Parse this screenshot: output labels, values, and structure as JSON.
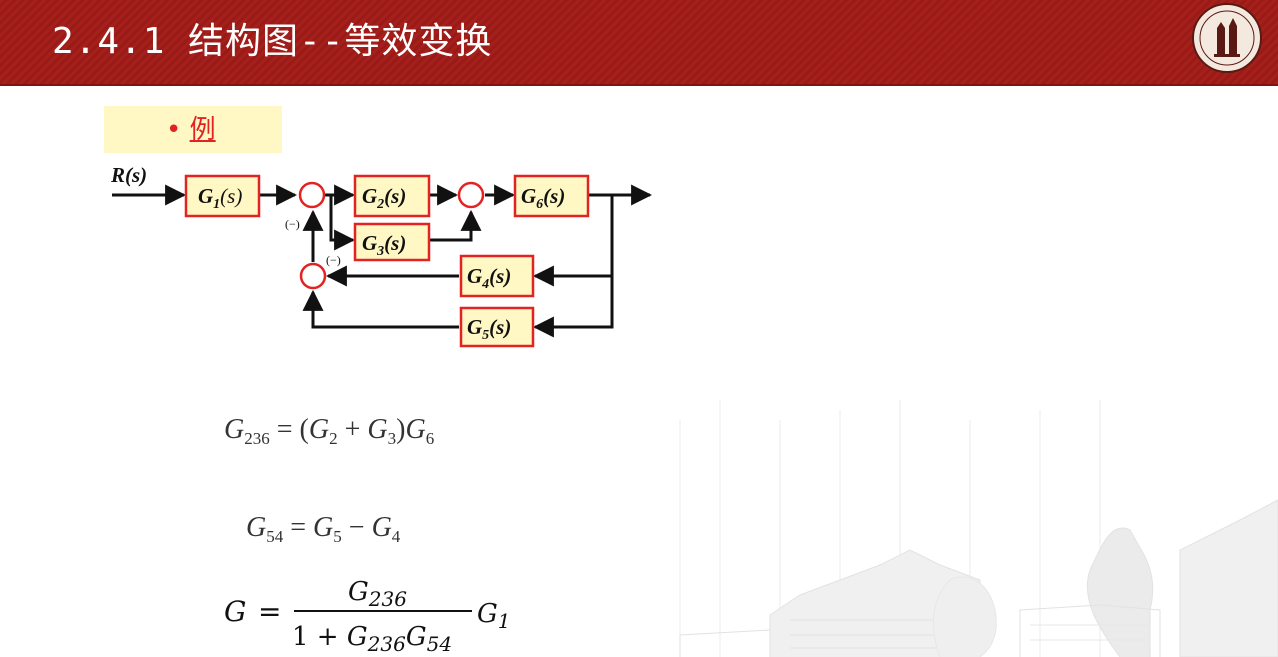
{
  "header": {
    "title": "2.4.1 结构图--等效变换",
    "logo": "university-seal",
    "accent_color": "#a51f1b"
  },
  "example": {
    "bullet": "•",
    "label": "例"
  },
  "diagram": {
    "input_label": "R(s)",
    "minus_labels": [
      "(−)",
      "(−)"
    ],
    "blocks": [
      {
        "name": "G",
        "sub": "1",
        "tail": "(s)"
      },
      {
        "name": "G",
        "sub": "2",
        "tail": "(s)"
      },
      {
        "name": "G",
        "sub": "3",
        "tail": "(s)"
      },
      {
        "name": "G",
        "sub": "6",
        "tail": "(s)"
      },
      {
        "name": "G",
        "sub": "4",
        "tail": "(s)"
      },
      {
        "name": "G",
        "sub": "5",
        "tail": "(s)"
      }
    ],
    "block_border_color": "#e32222",
    "block_fill_color": "#fff8c4"
  },
  "equations": {
    "eq1": {
      "lhs": "G",
      "lhs_sub": "236",
      "eq": " = (",
      "a": "G",
      "a_sub": "2",
      "plus": " + ",
      "b": "G",
      "b_sub": "3",
      "close": ")",
      "c": "G",
      "c_sub": "6"
    },
    "eq2": {
      "lhs": "G",
      "lhs_sub": "54",
      "eq": " = ",
      "a": "G",
      "a_sub": "5",
      "minus": " − ",
      "b": "G",
      "b_sub": "4"
    },
    "eq3": {
      "lhs": "G",
      "eq": "=",
      "num": "G",
      "num_sub": "236",
      "den_one": "1 + ",
      "den_a": "G",
      "den_a_sub": "236",
      "den_b": "G",
      "den_b_sub": "54",
      "tail": "G",
      "tail_sub": "1"
    }
  }
}
